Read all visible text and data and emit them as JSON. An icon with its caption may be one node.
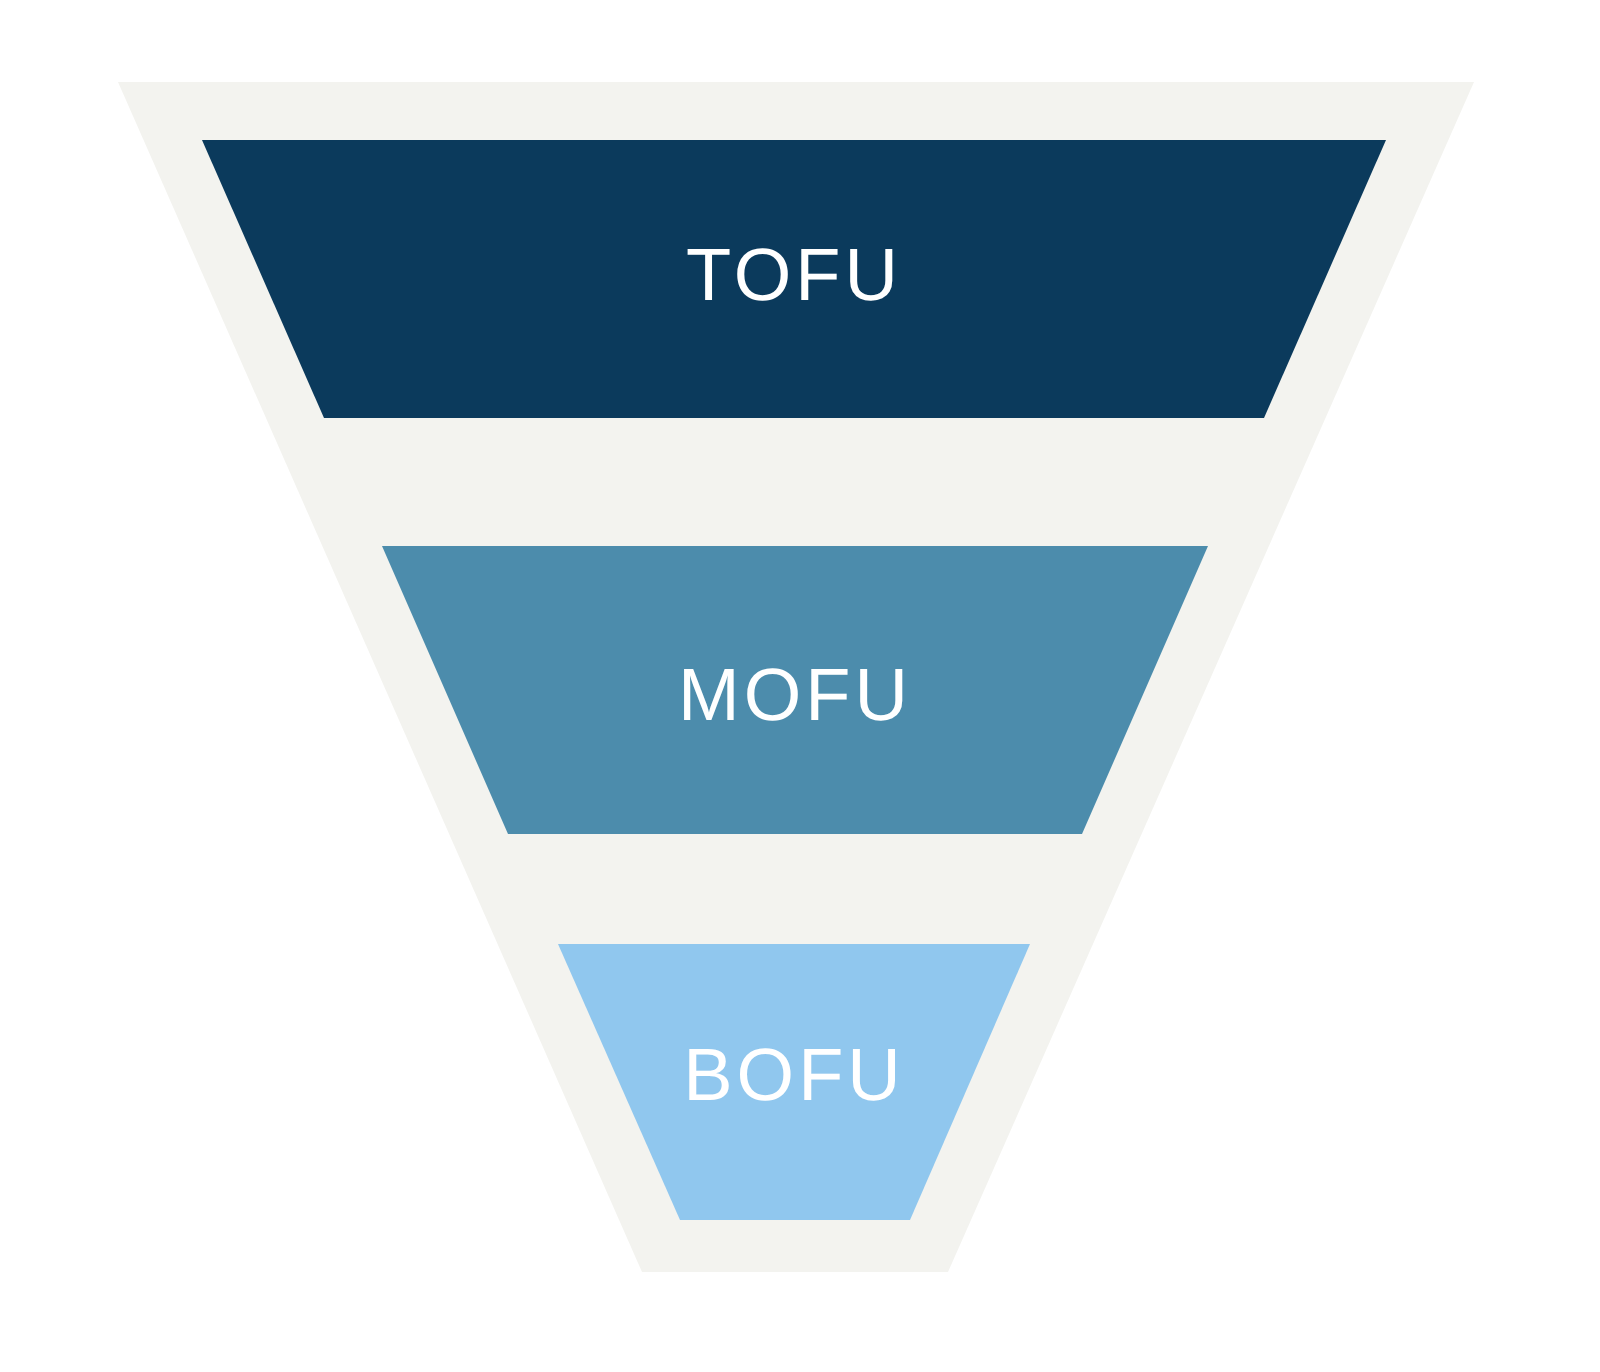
{
  "diagram": {
    "nodes": [
      {
        "text": [],
        "shape": "trapezoid"
      },
      {
        "text": [
          "TOFU"
        ],
        "in": 0
      },
      {
        "text": [
          "MOFU"
        ],
        "in": 0
      },
      {
        "text": [
          "BOFU"
        ],
        "in": 0
      }
    ]
  }
}
